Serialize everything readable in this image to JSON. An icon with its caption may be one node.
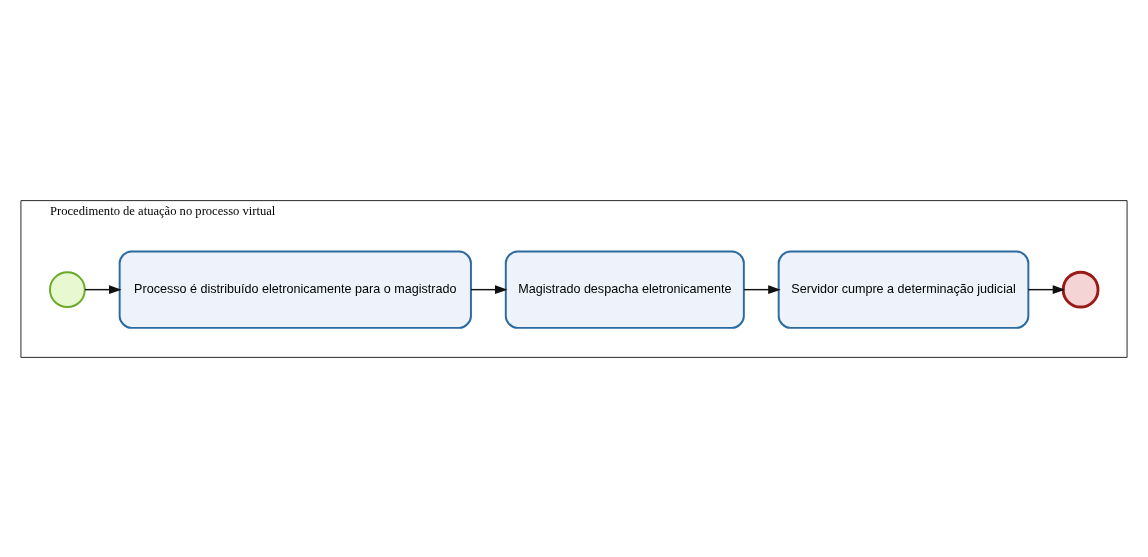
{
  "diagram": {
    "nodes": [
      {
        "text": [
          "Procedimento de atuação no processo virtual"
        ]
      },
      {
        "text": [],
        "shape": "circle",
        "in": 0
      },
      {
        "text": [
          "Processo é distribuído eletronicamente para o magistrado"
        ],
        "in": 0
      },
      {
        "text": [
          "Magistrado despacha eletronicamente"
        ],
        "in": 0
      },
      {
        "text": [
          "Servidor cumpre a determinação judicial"
        ],
        "in": 0
      },
      {
        "text": [],
        "shape": "circle",
        "in": 0
      }
    ],
    "edges": [
      {
        "from": 1,
        "to": 2,
        "arrow": "to"
      },
      {
        "from": 2,
        "to": 3,
        "arrow": "to"
      },
      {
        "from": 3,
        "to": 4,
        "arrow": "to"
      },
      {
        "from": 4,
        "to": 5,
        "arrow": "to"
      }
    ]
  }
}
